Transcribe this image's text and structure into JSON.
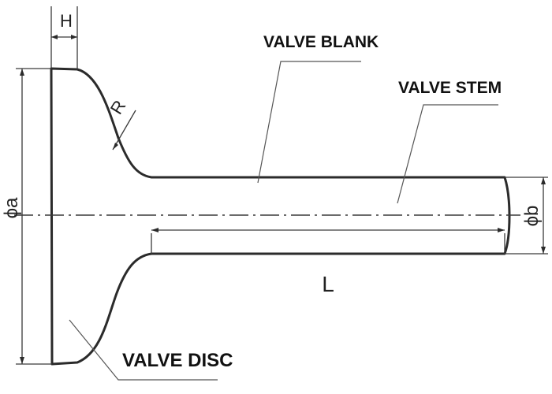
{
  "callouts": {
    "valve_blank": "VALVE BLANK",
    "valve_stem": "VALVE STEM",
    "valve_disc": "VALVE DISC"
  },
  "dimensions": {
    "disc_thickness": "H",
    "fillet_radius": "R",
    "disc_diameter": "ϕa",
    "stem_diameter": "ϕb",
    "stem_length": "L"
  },
  "colors": {
    "line": "#2b2b2b",
    "text": "#111111",
    "background": "#ffffff"
  }
}
